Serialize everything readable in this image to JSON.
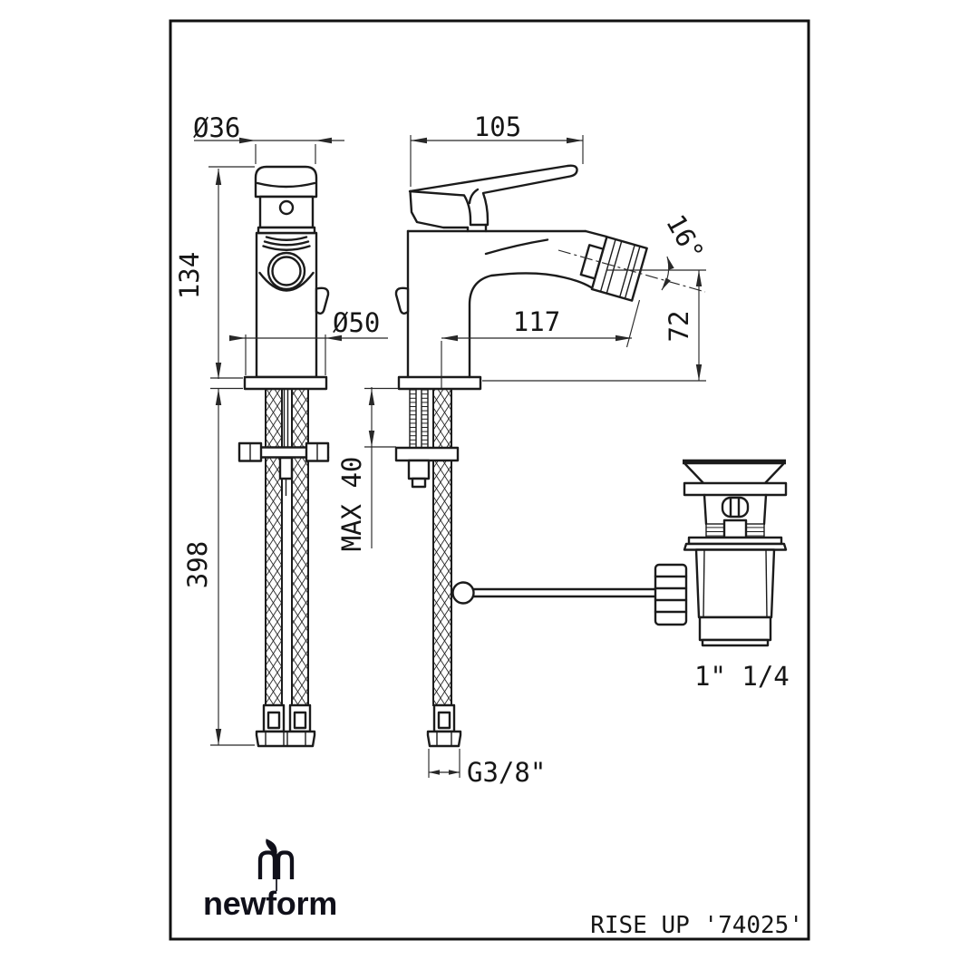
{
  "sheet": {
    "background": "#ffffff",
    "line_color": "#1b1b1b"
  },
  "branding": {
    "logo_text": "newform",
    "product_label": "RISE UP '74025'"
  },
  "dims": {
    "handle_diameter": "Ø36",
    "handle_length": "105",
    "height_above_deck": "134",
    "base_diameter": "Ø50",
    "spout_reach": "117",
    "spray_angle": "16°",
    "spout_height": "72",
    "max_counter_thickness": "MAX 40",
    "hose_drop": "398",
    "supply_connection": "G3/8\"",
    "waste_connection": "1\" 1/4"
  }
}
